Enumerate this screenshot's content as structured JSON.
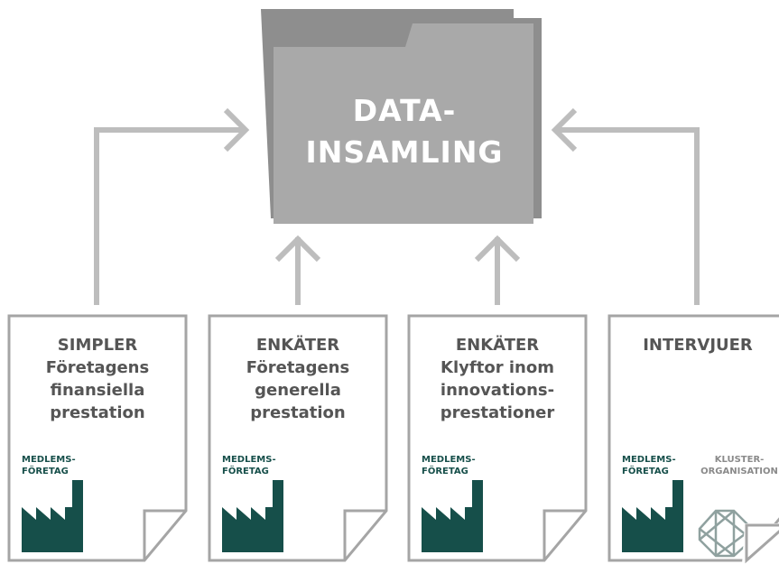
{
  "center": {
    "line1": "DATA-",
    "line2": "INSAMLING"
  },
  "cards": [
    {
      "heading": "SIMPLER",
      "lines": [
        "Företagens",
        "finansiella",
        "prestation"
      ],
      "badge": [
        "MEDLEMS-",
        "FÖRETAG"
      ]
    },
    {
      "heading": "ENKÄTER",
      "lines": [
        "Företagens",
        "generella",
        "prestation"
      ],
      "badge": [
        "MEDLEMS-",
        "FÖRETAG"
      ]
    },
    {
      "heading": "ENKÄTER",
      "lines": [
        "Klyftor inom",
        "innovations-",
        "prestationer"
      ],
      "badge": [
        "MEDLEMS-",
        "FÖRETAG"
      ]
    },
    {
      "heading": "INTERVJUER",
      "lines": [],
      "badge": [
        "MEDLEMS-",
        "FÖRETAG"
      ],
      "badge2": [
        "KLUSTER-",
        "ORGANISATION"
      ]
    }
  ],
  "colors": {
    "folder_front": "#a9a9a9",
    "folder_back": "#8e8e8e",
    "arrows": "#bdbdbd",
    "card_border": "#a5a5a5",
    "factory": "#164f4a",
    "heading_text": "#555555"
  },
  "icons": [
    "folder-icon",
    "factory-icon",
    "cluster-network-icon"
  ]
}
